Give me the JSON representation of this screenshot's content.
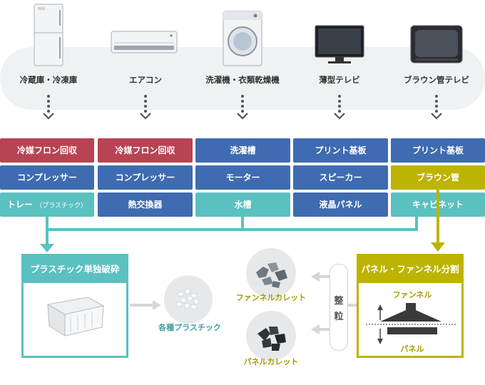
{
  "appliances": [
    {
      "label": "冷蔵庫・冷凍庫",
      "icon": "refrigerator-icon"
    },
    {
      "label": "エアコン",
      "icon": "air-conditioner-icon"
    },
    {
      "label": "洗濯機・衣類乾燥機",
      "icon": "washing-machine-icon"
    },
    {
      "label": "薄型テレビ",
      "icon": "flat-tv-icon"
    },
    {
      "label": "ブラウン管テレビ",
      "icon": "crt-tv-icon"
    }
  ],
  "parts": {
    "col1": [
      "冷媒フロン回収",
      "コンプレッサー",
      "トレー",
      "（プラスチック）"
    ],
    "col2": [
      "冷媒フロン回収",
      "コンプレッサー",
      "熱交換器"
    ],
    "col3": [
      "洗濯槽",
      "モーター",
      "水槽"
    ],
    "col4": [
      "プリント基板",
      "スピーカー",
      "液晶パネル"
    ],
    "col5": [
      "プリント基板",
      "ブラウン管",
      "キャビネット"
    ]
  },
  "plastic_box": {
    "title": "プラスチック単独破砕"
  },
  "plastic_output": {
    "label": "各種プラスチック"
  },
  "panel_box": {
    "title": "パネル・ファンネル分割",
    "funnel_label": "ファンネル",
    "panel_label": "パネル"
  },
  "sort_step": {
    "label1": "整",
    "label2": "粒"
  },
  "cullet": {
    "funnel": "ファンネルカレット",
    "panel": "パネルカレット"
  },
  "colors": {
    "recovery": "#b84453",
    "component": "#3f6bb1",
    "material": "#5bc0c0",
    "crt": "#bcb400",
    "band": "#eef2f2"
  }
}
